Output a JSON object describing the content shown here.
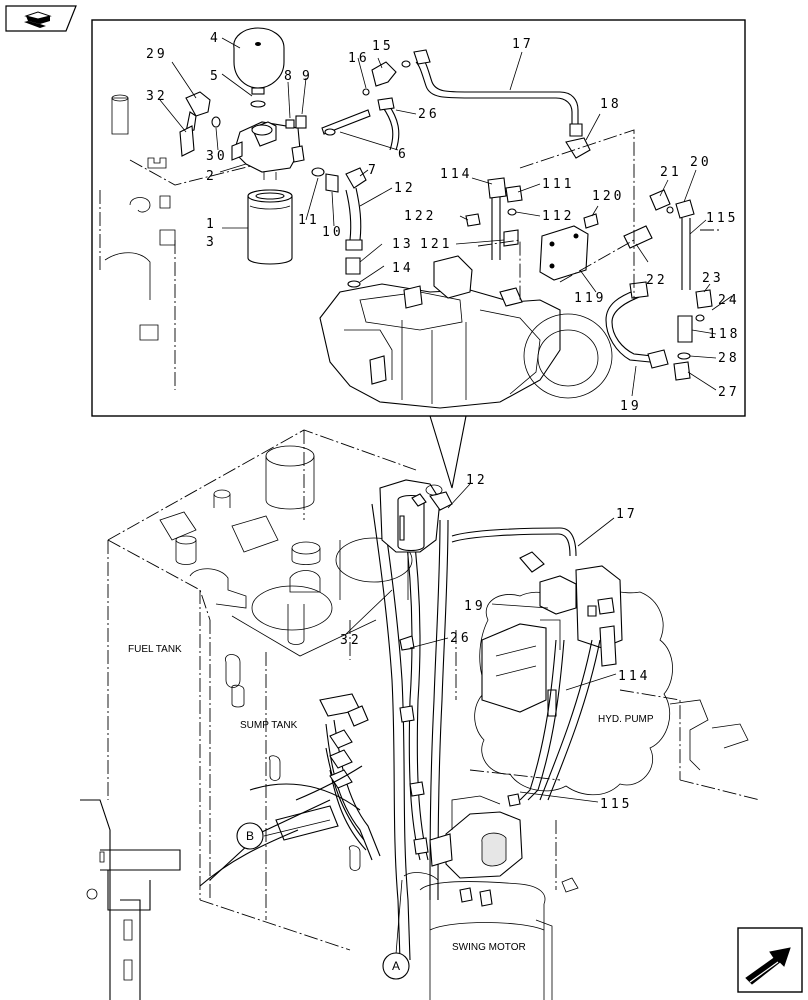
{
  "nav": {
    "back_icon": "back-arrow-icon",
    "next_icon": "next-page-arrow-icon"
  },
  "detail_callouts": [
    "29",
    "32",
    "30",
    "4",
    "5",
    "8",
    "9",
    "2",
    "1",
    "3",
    "11",
    "10",
    "7",
    "6",
    "26",
    "16",
    "15",
    "17",
    "18",
    "12",
    "13",
    "14",
    "114",
    "111",
    "122",
    "112",
    "121",
    "120",
    "119",
    "21",
    "20",
    "115",
    "22",
    "23",
    "24",
    "118",
    "28",
    "27",
    "19"
  ],
  "overview_callouts": [
    "12",
    "17",
    "19",
    "32",
    "26",
    "114",
    "115"
  ],
  "labels": {
    "fuel_tank": "FUEL TANK",
    "sump_tank": "SUMP TANK",
    "hyd_pump": "HYD. PUMP",
    "swing_motor": "SWING MOTOR"
  },
  "references": {
    "a": "A",
    "b": "B"
  }
}
